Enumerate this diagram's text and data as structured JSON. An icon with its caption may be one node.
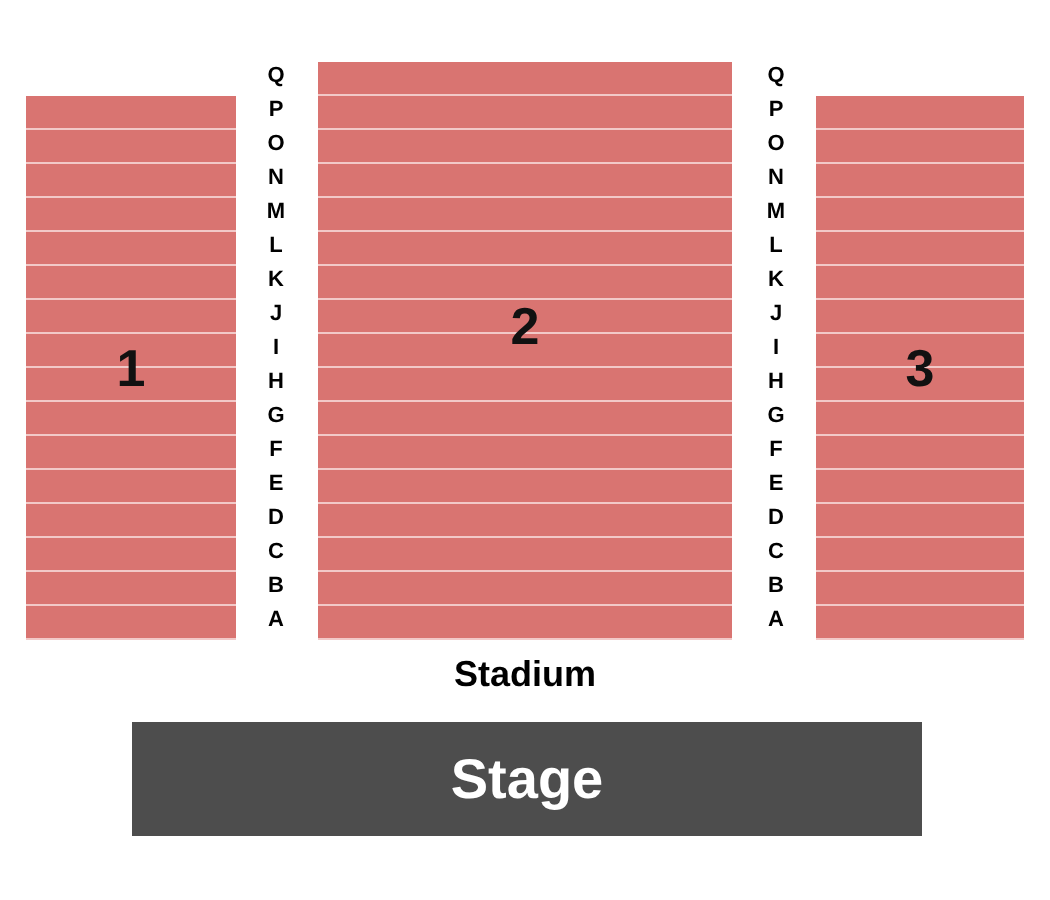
{
  "diagram": {
    "nodes": [
      {
        "text": [
          "1"
        ]
      },
      {
        "text": [
          "2"
        ]
      },
      {
        "text": [
          "3"
        ]
      },
      {
        "text": [
          "Stage"
        ]
      }
    ],
    "labels": [
      "Q",
      "P",
      "O",
      "N",
      "M",
      "L",
      "K",
      "J",
      "I",
      "H",
      "G",
      "F",
      "E",
      "D",
      "C",
      "B",
      "A",
      "Q",
      "P",
      "O",
      "N",
      "M",
      "L",
      "K",
      "J",
      "I",
      "H",
      "G",
      "F",
      "E",
      "D",
      "C",
      "B",
      "A",
      "Stadium"
    ]
  }
}
